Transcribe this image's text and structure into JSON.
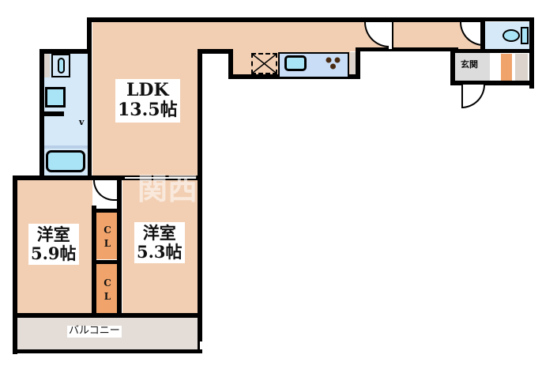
{
  "rooms": {
    "ldk": {
      "name": "LDK",
      "size": "13.5帖"
    },
    "western_room_1": {
      "name": "洋室",
      "size": "5.9帖"
    },
    "western_room_2": {
      "name": "洋室",
      "size": "5.3帖"
    },
    "closet_1": {
      "label": "CL"
    },
    "closet_2": {
      "label": "CL"
    },
    "entrance": {
      "label": "玄関"
    },
    "balcony": {
      "label": "バルコニー"
    }
  },
  "watermark": "関西",
  "colors": {
    "floor": "#f2cfb3",
    "wet_area": "#d5e9f8",
    "fixture": "#a9e3f6",
    "closet": "#f0a46b",
    "entrance": "#dcdcdc",
    "wall": "#000000"
  }
}
